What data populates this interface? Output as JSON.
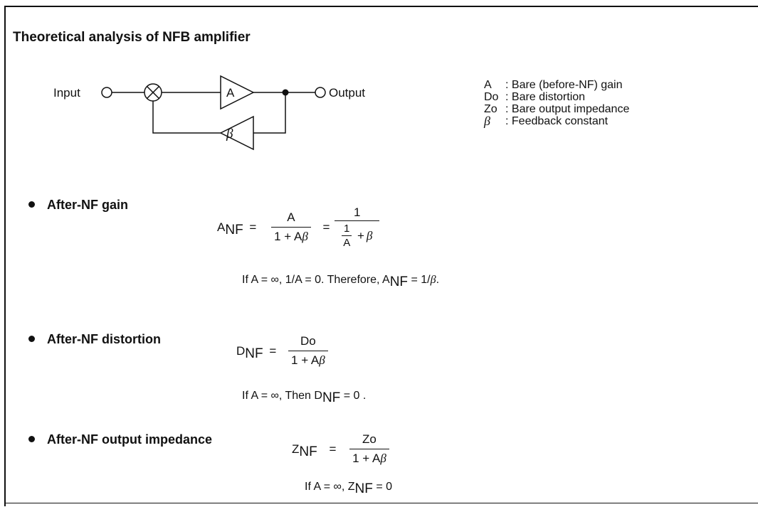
{
  "title": "Theoretical analysis of NFB amplifier",
  "diagram": {
    "input_label": "Input",
    "output_label": "Output",
    "forward_block": "A",
    "feedback_block": "β"
  },
  "legend": [
    {
      "symbol": "A",
      "description": ": Bare (before-NF) gain"
    },
    {
      "symbol": "Do",
      "description": ": Bare distortion"
    },
    {
      "symbol": "Zo",
      "description": ": Bare output impedance"
    },
    {
      "symbol": "β",
      "description": ": Feedback constant"
    }
  ],
  "sections": {
    "gain": {
      "heading": "After-NF gain",
      "lhs_main": "A",
      "lhs_sub": "NF",
      "eq": "=",
      "frac1_num": "A",
      "frac1_den_a": "1 + A",
      "frac1_den_b": "β",
      "eq2": "=",
      "frac2_num": "1",
      "frac2_inner_num": "1",
      "frac2_inner_den": "A",
      "frac2_plus": "+",
      "frac2_beta": "β",
      "note_a": "If A = ∞, 1/A = 0.   Therefore,  A",
      "note_sub": "NF",
      "note_b": " = 1/",
      "note_beta": "β",
      "note_c": "."
    },
    "distortion": {
      "heading": "After-NF distortion",
      "lhs_main": "D",
      "lhs_sub": "NF",
      "eq": "=",
      "num": "Do",
      "den_a": "1 + A",
      "den_b": "β",
      "note_a": "If  A = ∞,    Then  D",
      "note_sub": "NF",
      "note_b": " = 0 ."
    },
    "impedance": {
      "heading": "After-NF output impedance",
      "lhs_main": "Z",
      "lhs_sub": "NF",
      "eq": "=",
      "num": "Zo",
      "den_a": "1 + A",
      "den_b": "β",
      "note_a": "If  A = ∞,  Z",
      "note_sub": "NF",
      "note_b": " =  0"
    }
  }
}
